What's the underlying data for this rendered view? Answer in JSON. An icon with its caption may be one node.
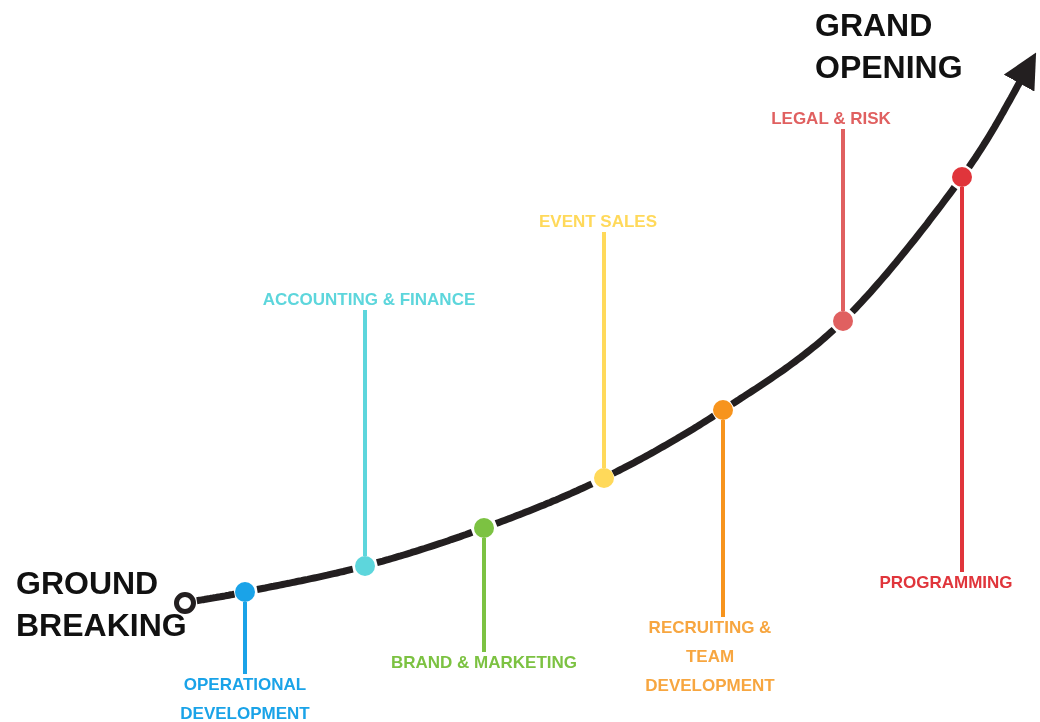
{
  "diagram": {
    "nodes": [
      {
        "text": [],
        "shape": "circle"
      },
      {
        "text": [],
        "shape": "circle"
      },
      {
        "text": [],
        "shape": "circle"
      },
      {
        "text": [],
        "shape": "circle"
      },
      {
        "text": [],
        "shape": "circle"
      },
      {
        "text": [],
        "shape": "circle"
      },
      {
        "text": [],
        "shape": "circle"
      },
      {
        "text": [],
        "shape": "circle"
      },
      {
        "text": [
          "OPERATIONAL DEVELOPMENT"
        ]
      },
      {
        "text": [
          "ACCOUNTING & FINANCE"
        ]
      },
      {
        "text": [
          "BRAND & MARKETING"
        ]
      },
      {
        "text": [
          "EVENT SALES"
        ]
      },
      {
        "text": [
          "RECRUITING & TEAM DEVELOPMENT"
        ]
      },
      {
        "text": [
          "LEGAL & RISK"
        ]
      },
      {
        "text": [
          "PROGRAMMING"
        ]
      }
    ],
    "edges": [
      {
        "from": 0,
        "to": 1,
        "arrow": "none"
      },
      {
        "from": 1,
        "to": 2,
        "arrow": "none"
      },
      {
        "from": 2,
        "to": 3,
        "arrow": "none"
      },
      {
        "from": 3,
        "to": 4,
        "arrow": "none"
      },
      {
        "from": 4,
        "to": 5,
        "arrow": "none"
      },
      {
        "from": 5,
        "to": 6,
        "arrow": "none"
      },
      {
        "from": 6,
        "to": 7,
        "arrow": "none"
      },
      {
        "from": 7,
        "to": null,
        "arrow": "to"
      },
      {
        "from": 8,
        "to": 1,
        "arrow": "none",
        "color": "#1aa3e8"
      },
      {
        "from": 9,
        "to": 2,
        "arrow": "none",
        "color": "#5dd6dc"
      },
      {
        "from": 10,
        "to": 3,
        "arrow": "none",
        "color": "#7cc242"
      },
      {
        "from": 11,
        "to": 4,
        "arrow": "none",
        "color": "#ffd95a"
      },
      {
        "from": 12,
        "to": 5,
        "arrow": "none",
        "color": "#f7941d"
      },
      {
        "from": 13,
        "to": 6,
        "arrow": "none",
        "color": "#e06060"
      },
      {
        "from": 14,
        "to": 7,
        "arrow": "none",
        "color": "#e0353b"
      }
    ],
    "labels": [
      "GRAND OPENING",
      "GROUND BREAKING"
    ]
  }
}
